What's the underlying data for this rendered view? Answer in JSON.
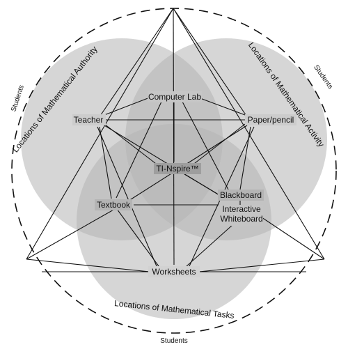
{
  "colors": {
    "background": "#ffffff",
    "circle_fill": "#b5b5b5",
    "line": "#111111",
    "text": "#111111"
  },
  "regions": {
    "authority": "Locations of Mathematical Authority",
    "activity": "Locations of Mathematical Activity",
    "tasks": "Locations of Mathematical Tasks"
  },
  "students": {
    "left": "Students",
    "right": "Students",
    "bottom": "Students"
  },
  "nodes": {
    "computer_lab": "Computer Lab",
    "teacher": "Teacher",
    "paper_pencil": "Paper/pencil",
    "ti_nspire": "TI-Nspire™",
    "textbook": "Textbook",
    "blackboard": "Blackboard",
    "interactive_whiteboard": "Interactive\nWhiteboard",
    "worksheets": "Worksheets"
  }
}
